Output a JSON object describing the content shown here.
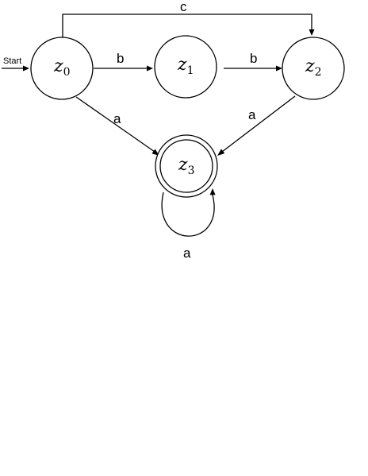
{
  "start_label": "Start",
  "states": [
    {
      "id": "z0",
      "name": "z",
      "sub": "0",
      "accepting": false
    },
    {
      "id": "z1",
      "name": "z",
      "sub": "1",
      "accepting": false
    },
    {
      "id": "z2",
      "name": "z",
      "sub": "2",
      "accepting": false
    },
    {
      "id": "z3",
      "name": "z",
      "sub": "3",
      "accepting": true
    }
  ],
  "transitions": [
    {
      "from": "z0",
      "to": "z1",
      "label": "b"
    },
    {
      "from": "z1",
      "to": "z2",
      "label": "b"
    },
    {
      "from": "z0",
      "to": "z2",
      "label": "c"
    },
    {
      "from": "z0",
      "to": "z3",
      "label": "a"
    },
    {
      "from": "z2",
      "to": "z3",
      "label": "a"
    },
    {
      "from": "z3",
      "to": "z3",
      "label": "a"
    }
  ]
}
